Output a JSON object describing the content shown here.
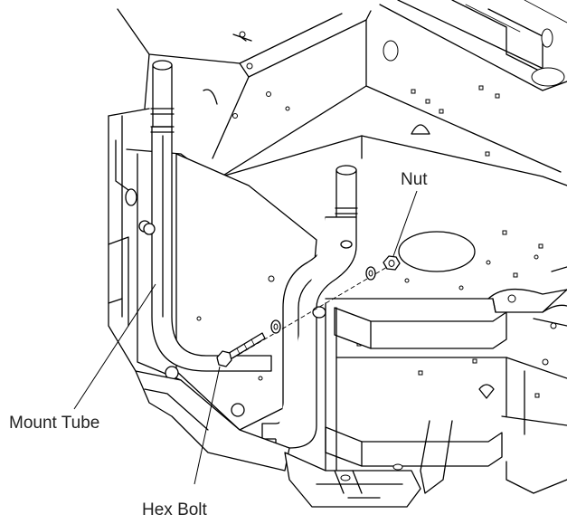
{
  "callouts": {
    "nut": "Nut",
    "mount_tube": "Mount Tube",
    "hex_bolt": "Hex Bolt"
  }
}
